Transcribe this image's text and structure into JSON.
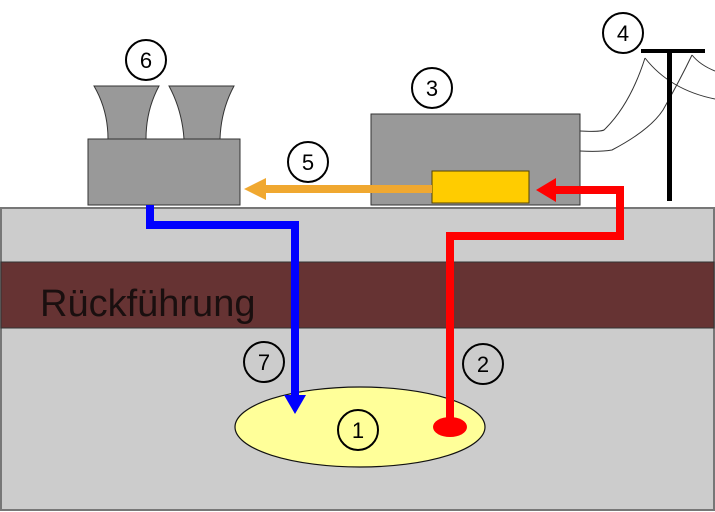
{
  "diagram": {
    "type": "geothermal-plant-schematic",
    "layer_label": "Rückführung",
    "components": [
      {
        "id": 1,
        "label": "1",
        "name": "reservoir"
      },
      {
        "id": 2,
        "label": "2",
        "name": "production-well"
      },
      {
        "id": 3,
        "label": "3",
        "name": "power-plant"
      },
      {
        "id": 4,
        "label": "4",
        "name": "power-line"
      },
      {
        "id": 5,
        "label": "5",
        "name": "heat-transfer"
      },
      {
        "id": 6,
        "label": "6",
        "name": "cooling-towers"
      },
      {
        "id": 7,
        "label": "7",
        "name": "injection-well"
      }
    ],
    "colors": {
      "ground": "#cccccc",
      "layer": "#663333",
      "reservoir": "#ffff99",
      "building": "#999999",
      "heat_exchanger": "#ffcc00",
      "hot_flow": "#ff0000",
      "cold_flow": "#0000ff",
      "heat_arrow": "#f0a830",
      "pole": "#000000"
    }
  }
}
